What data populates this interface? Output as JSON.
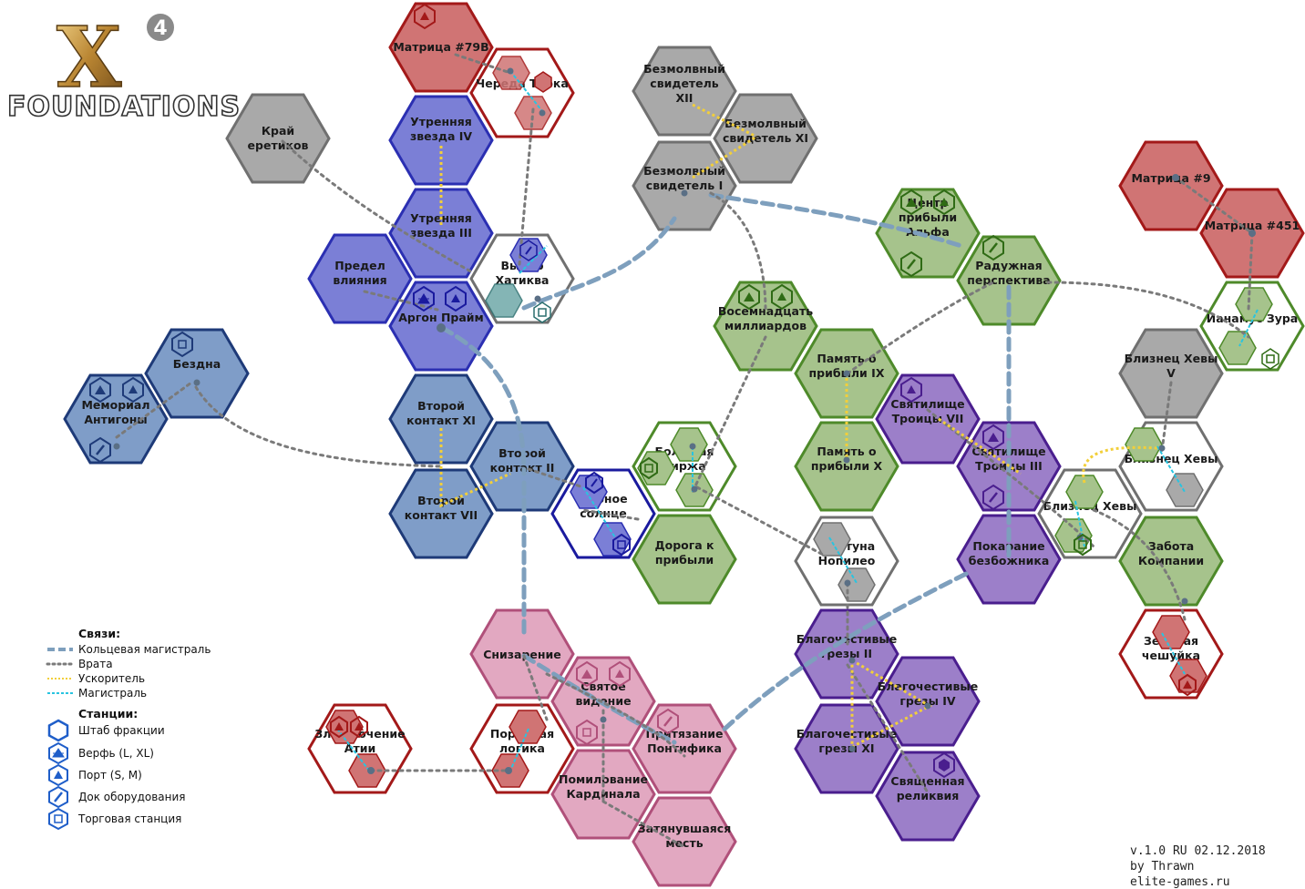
{
  "logo": {
    "mark": "X",
    "superscript": "4",
    "word": "FOUNDATIONS"
  },
  "colors": {
    "gray": "#a9a9a9",
    "red": "#d07474",
    "blue": "#7b7fd6",
    "steel": "#7f9dc8",
    "green": "#a6c38c",
    "purple": "#9c7fc9",
    "pink": "#e2a8c1",
    "white": "#ffffff"
  },
  "sectors": [
    {
      "id": "matrix79b",
      "name": "Матрица #79В",
      "color": "red"
    },
    {
      "id": "chereda",
      "name": "Череда Тарка",
      "color": "white"
    },
    {
      "id": "zvezda4",
      "name": "Утренняя звезда IV",
      "color": "blue"
    },
    {
      "id": "zvezda3",
      "name": "Утренняя звезда III",
      "color": "blue"
    },
    {
      "id": "eretik",
      "name": "Край еретиков",
      "color": "gray"
    },
    {
      "id": "predel",
      "name": "Предел влияния",
      "color": "blue"
    },
    {
      "id": "argon",
      "name": "Аргон Прайм",
      "color": "blue"
    },
    {
      "id": "vybor",
      "name": "Выбор Хатиква",
      "color": "white"
    },
    {
      "id": "svid12",
      "name": "Безмолвный свидетель XII",
      "color": "gray"
    },
    {
      "id": "svid11",
      "name": "Безмолвный свидетель XI",
      "color": "gray"
    },
    {
      "id": "svid1",
      "name": "Безмолвный свидетель I",
      "color": "gray"
    },
    {
      "id": "centr",
      "name": "Центр прибыли Альфа",
      "color": "green"
    },
    {
      "id": "raduga",
      "name": "Радужная перспектива",
      "color": "green"
    },
    {
      "id": "vosem",
      "name": "Восемнадцать миллиардов",
      "color": "green"
    },
    {
      "id": "pamyat9",
      "name": "Память о прибыли IX",
      "color": "green"
    },
    {
      "id": "pamyat10",
      "name": "Память о прибыли X",
      "color": "green"
    },
    {
      "id": "matrix9",
      "name": "Матрица #9",
      "color": "red"
    },
    {
      "id": "matrix451",
      "name": "Матрица #451",
      "color": "red"
    },
    {
      "id": "ianamus",
      "name": "Ианамус Зура",
      "color": "white"
    },
    {
      "id": "bliznec5",
      "name": "Близнец Хевы V",
      "color": "gray"
    },
    {
      "id": "bezdna",
      "name": "Бездна",
      "color": "steel"
    },
    {
      "id": "memorial",
      "name": "Мемориал Антигоны",
      "color": "steel"
    },
    {
      "id": "kontakt11",
      "name": "Второй контакт XI",
      "color": "steel"
    },
    {
      "id": "kontakt2",
      "name": "Второй контакт II",
      "color": "steel"
    },
    {
      "id": "kontakt7",
      "name": "Второй контакт VII",
      "color": "steel"
    },
    {
      "id": "chernoe",
      "name": "Черное солнце",
      "color": "white"
    },
    {
      "id": "birzha",
      "name": "Большая биржа",
      "color": "white"
    },
    {
      "id": "doroga",
      "name": "Дорога к прибыли",
      "color": "green"
    },
    {
      "id": "troica7",
      "name": "Святилище Троицы VII",
      "color": "purple"
    },
    {
      "id": "troica3",
      "name": "Святилище Троицы III",
      "color": "purple"
    },
    {
      "id": "bliznecA",
      "name": "Близнец Хевы",
      "color": "white"
    },
    {
      "id": "bliznecB",
      "name": "Близнец Хевы",
      "color": "white"
    },
    {
      "id": "fortuna",
      "name": "Фортуна Нопилео",
      "color": "white"
    },
    {
      "id": "pokaranie",
      "name": "Покарание безбожника",
      "color": "purple"
    },
    {
      "id": "zabota",
      "name": "Забота Компании",
      "color": "green"
    },
    {
      "id": "grezy2",
      "name": "Благочестивые грезы II",
      "color": "purple"
    },
    {
      "id": "grezy4",
      "name": "Благочестивые грезы IV",
      "color": "purple"
    },
    {
      "id": "grezy11",
      "name": "Благочестивые грезы XI",
      "color": "purple"
    },
    {
      "id": "relikvia",
      "name": "Священная реликвия",
      "color": "purple"
    },
    {
      "id": "zelenaya",
      "name": "Зеленая чешуйка",
      "color": "white"
    },
    {
      "id": "snizarenie",
      "name": "Снизарение",
      "color": "pink"
    },
    {
      "id": "videnie",
      "name": "Святое видение",
      "color": "pink"
    },
    {
      "id": "prityazanie",
      "name": "Притязание Понтифика",
      "color": "pink"
    },
    {
      "id": "zloklyuchenie",
      "name": "Злоключение Атии",
      "color": "white"
    },
    {
      "id": "porochnaya",
      "name": "Порочная логика",
      "color": "white"
    },
    {
      "id": "pomilovanie",
      "name": "Помилование Кардинала",
      "color": "pink"
    },
    {
      "id": "mest",
      "name": "Затянувшаяся месть",
      "color": "pink"
    }
  ],
  "legend": {
    "connections_title": "Связи:",
    "connections": [
      "Кольцевая магистраль",
      "Врата",
      "Ускоритель",
      "Магистраль"
    ],
    "stations_title": "Станции:",
    "stations": [
      "Штаб фракции",
      "Верфь (L, XL)",
      "Порт (S, M)",
      "Док оборудования",
      "Торговая станция"
    ]
  },
  "credits": {
    "version": "v.1.0 RU 02.12.2018",
    "author": "by Thrawn",
    "site": "elite-games.ru"
  }
}
